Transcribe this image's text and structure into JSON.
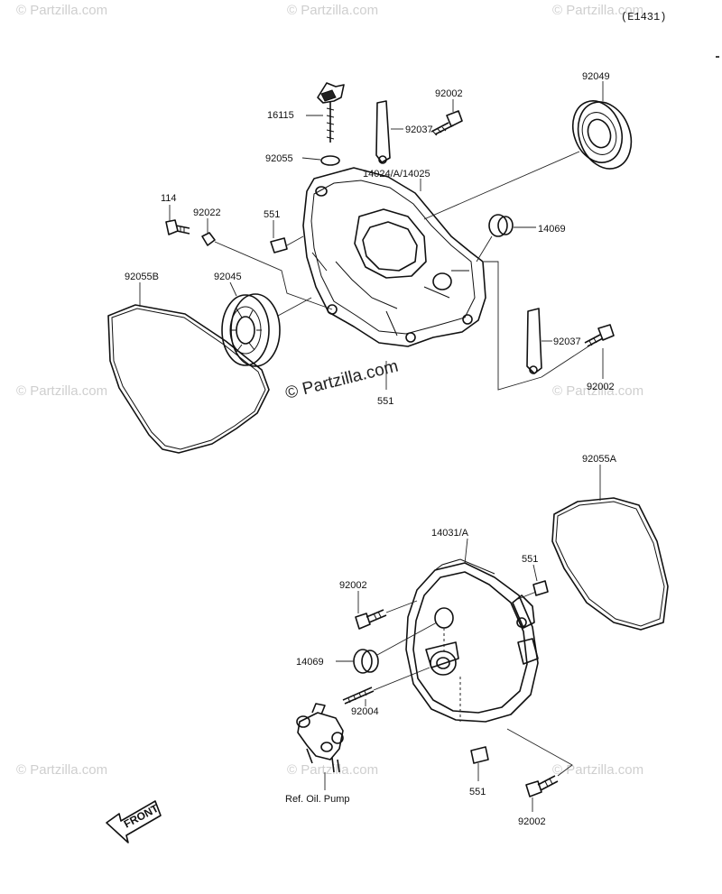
{
  "diagram_code": "(E1431)",
  "watermark_main": "© Partzilla.com",
  "watermark_faint": "© Partzilla.com",
  "front_label": "FRONT",
  "parts": {
    "p16115": "16115",
    "p92055": "92055",
    "p92037_top": "92037",
    "p92002_top": "92002",
    "p14024": "14024/A/14025",
    "p92049": "92049",
    "p114": "114",
    "p92022": "92022",
    "p551_top": "551",
    "p14069_top": "14069",
    "p92055B": "92055B",
    "p92045": "92045",
    "p92037_right": "92037",
    "p92002_right": "92002",
    "p551_mid": "551",
    "p92055A": "92055A",
    "p14031": "14031/A",
    "p551_low": "551",
    "p92002_low": "92002",
    "p14069_low": "14069",
    "p92004": "92004",
    "p551_bottom": "551",
    "p92002_bottom": "92002",
    "oil_pump": "Ref. Oil. Pump"
  }
}
